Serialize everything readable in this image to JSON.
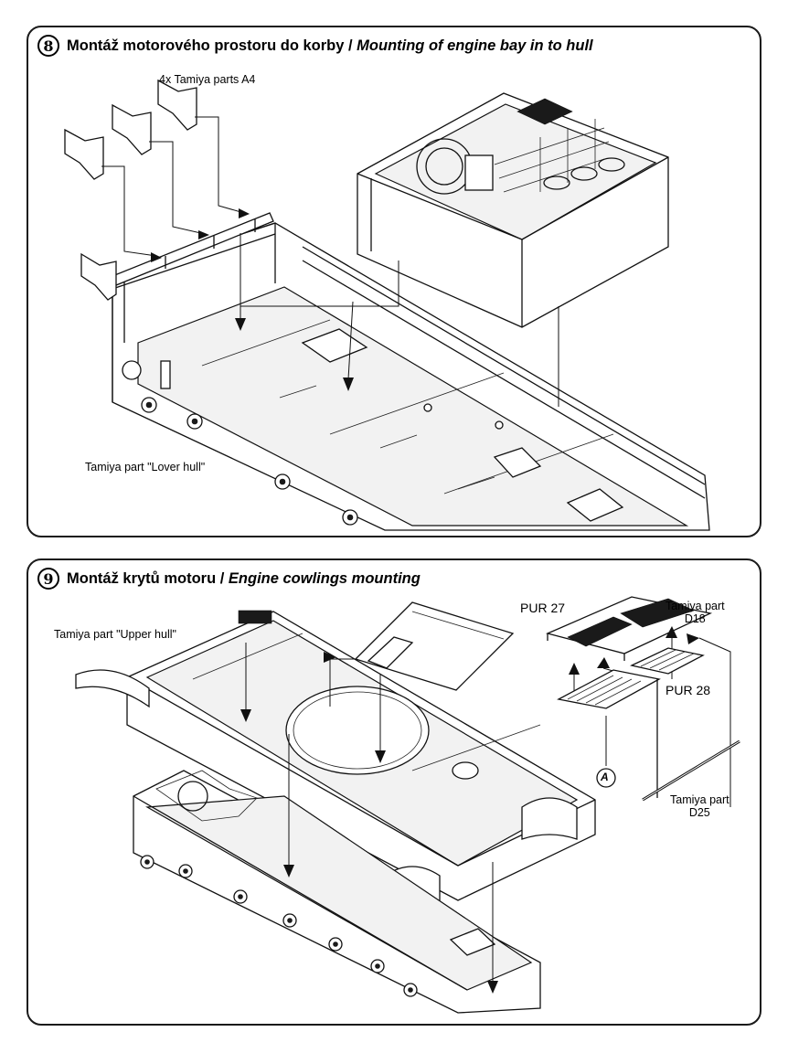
{
  "step8": {
    "number": "8",
    "title_cz": "Montáž  motorového prostoru do korby / ",
    "title_en": "Mounting of engine bay in to hull",
    "labels": {
      "parts_a4": "4x Tamiya parts A4",
      "lower_hull": "Tamiya part \"Lover hull\""
    }
  },
  "step9": {
    "number": "9",
    "title_cz": "Montáž krytů motoru / ",
    "title_en": "Engine cowlings mounting",
    "labels": {
      "upper_hull": "Tamiya part \"Upper hull\"",
      "pur27": "PUR 27",
      "d18_line1": "Tamiya part",
      "d18_line2": "D18",
      "pur28": "PUR 28",
      "marker_a": "A",
      "d25_line1": "Tamiya part",
      "d25_line2": "D25"
    }
  }
}
